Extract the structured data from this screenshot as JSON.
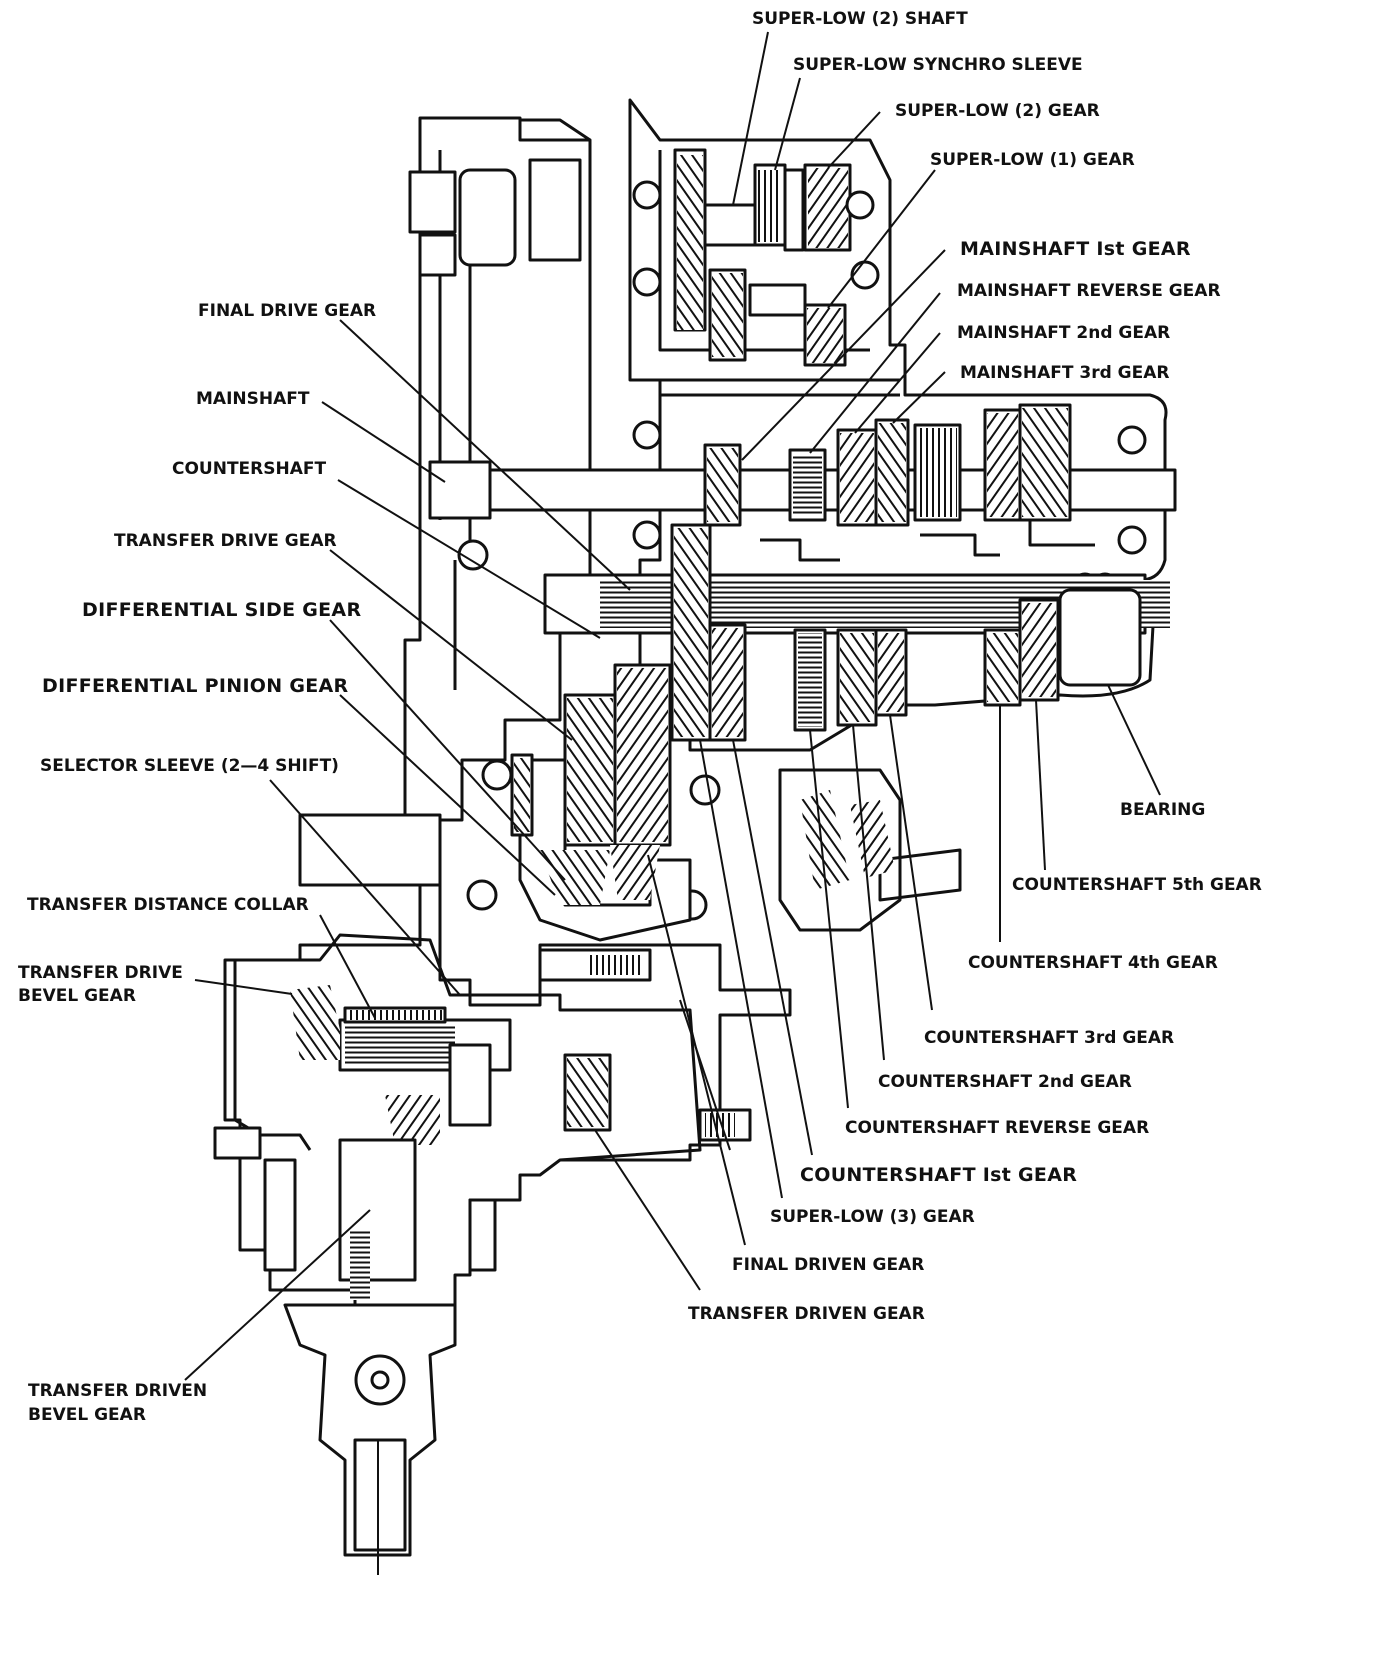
{
  "colors": {
    "ink": "#111111",
    "paper": "#ffffff"
  },
  "labels": {
    "super_low_2_shaft": "SUPER-LOW (2) SHAFT",
    "super_low_synchro_sleeve": "SUPER-LOW SYNCHRO SLEEVE",
    "super_low_2_gear": "SUPER-LOW (2) GEAR",
    "super_low_1_gear": "SUPER-LOW (1) GEAR",
    "mainshaft_1st_gear": "MAINSHAFT Ist GEAR",
    "mainshaft_reverse_gear": "MAINSHAFT REVERSE GEAR",
    "mainshaft_2nd_gear": "MAINSHAFT 2nd GEAR",
    "mainshaft_3rd_gear": "MAINSHAFT 3rd GEAR",
    "final_drive_gear": "FINAL DRIVE GEAR",
    "mainshaft": "MAINSHAFT",
    "countershaft": "COUNTERSHAFT",
    "transfer_drive_gear": "TRANSFER DRIVE GEAR",
    "differential_side_gear": "DIFFERENTIAL SIDE GEAR",
    "differential_pinion_gear": "DIFFERENTIAL PINION GEAR",
    "selector_sleeve": "SELECTOR SLEEVE (2—4 SHIFT)",
    "transfer_distance_collar": "TRANSFER DISTANCE COLLAR",
    "transfer_drive_bevel_gear_l1": "TRANSFER DRIVE",
    "transfer_drive_bevel_gear_l2": "BEVEL GEAR",
    "transfer_driven_bevel_gear_l1": "TRANSFER DRIVEN",
    "transfer_driven_bevel_gear_l2": "BEVEL GEAR",
    "bearing": "BEARING",
    "countershaft_5th_gear": "COUNTERSHAFT 5th GEAR",
    "countershaft_4th_gear": "COUNTERSHAFT 4th GEAR",
    "countershaft_3rd_gear": "COUNTERSHAFT 3rd GEAR",
    "countershaft_2nd_gear": "COUNTERSHAFT 2nd GEAR",
    "countershaft_reverse_gear": "COUNTERSHAFT REVERSE GEAR",
    "countershaft_1st_gear": "COUNTERSHAFT Ist GEAR",
    "super_low_3_gear": "SUPER-LOW (3) GEAR",
    "final_driven_gear": "FINAL DRIVEN GEAR",
    "transfer_driven_gear": "TRANSFER DRIVEN GEAR"
  }
}
